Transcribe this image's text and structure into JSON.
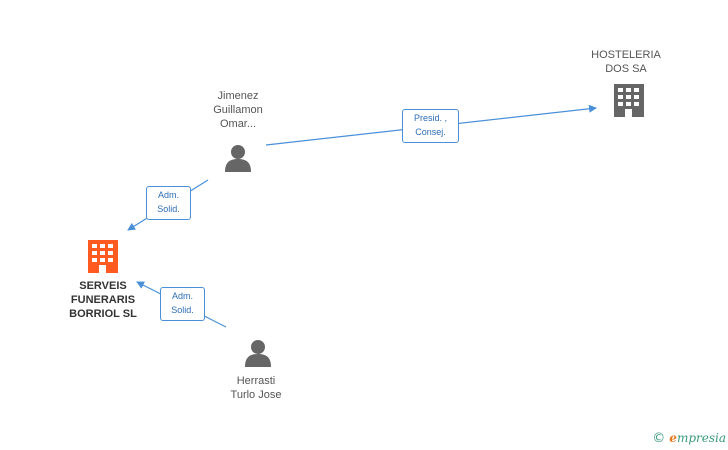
{
  "nodes": {
    "hosteleria": {
      "label": "HOSTELERIA\nDOS SA",
      "type": "company",
      "color": "#666666"
    },
    "jimenez": {
      "label": "Jimenez\nGuillamon\nOmar...",
      "type": "person",
      "color": "#666666"
    },
    "serveis": {
      "label": "SERVEIS\nFUNERARIS\nBORRIOL SL",
      "type": "company",
      "color": "#ff5a1f"
    },
    "herrasti": {
      "label": "Herrasti\nTurlo Jose",
      "type": "person",
      "color": "#666666"
    }
  },
  "edges": {
    "jimenez_hosteleria": {
      "line1": "Presid. ,",
      "line2": "Consej."
    },
    "jimenez_serveis": {
      "line1": "Adm.",
      "line2": "Solid."
    },
    "herrasti_serveis": {
      "line1": "Adm.",
      "line2": "Solid."
    }
  },
  "colors": {
    "edge": "#4a90d9",
    "badge_text": "#2d6db5"
  },
  "icons": {
    "company": "building-icon",
    "person": "person-icon"
  },
  "footer": {
    "copyright": "©",
    "brand_first": "e",
    "brand_rest": "mpresia"
  }
}
